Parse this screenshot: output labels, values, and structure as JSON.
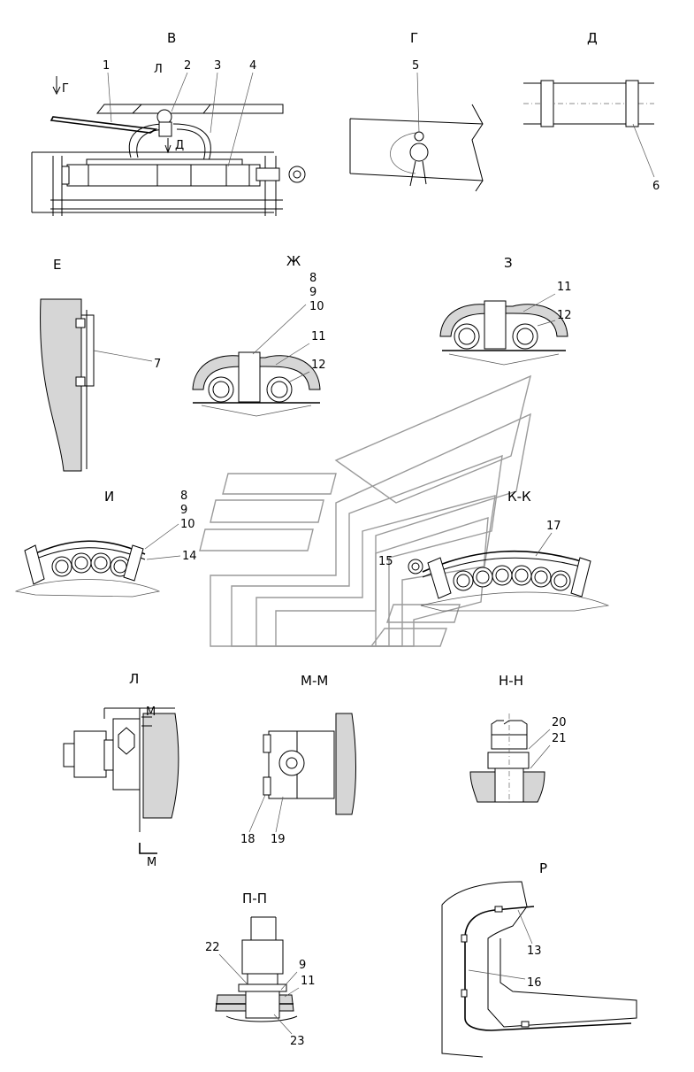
{
  "views": {
    "V": "В",
    "G": "Г",
    "D": "Д",
    "E": "Е",
    "ZH": "Ж",
    "Z": "З",
    "I": "И",
    "KK": "К-К",
    "L": "Л",
    "MM": "М-М",
    "NN": "Н-Н",
    "PP": "П-П",
    "R": "Р"
  },
  "marks": {
    "G": "Г",
    "L": "Л",
    "D": "Д",
    "M": "М"
  },
  "callouts": {
    "c1": "1",
    "c2": "2",
    "c3": "3",
    "c4": "4",
    "c5": "5",
    "c6": "6",
    "c7": "7",
    "c8": "8",
    "c9": "9",
    "c10": "10",
    "c11": "11",
    "c12": "12",
    "c13": "13",
    "c14": "14",
    "c15": "15",
    "c16": "16",
    "c17": "17",
    "c18": "18",
    "c19": "19",
    "c20": "20",
    "c21": "21",
    "c22": "22",
    "c23": "23"
  }
}
